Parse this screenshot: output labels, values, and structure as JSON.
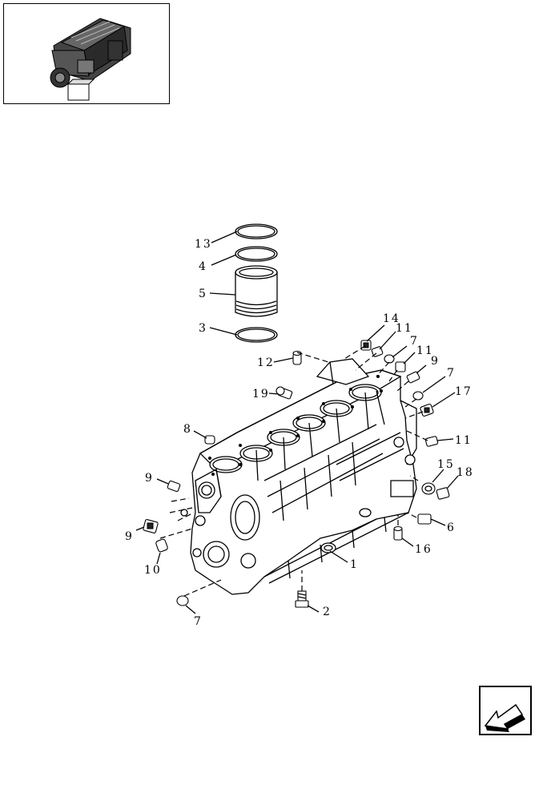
{
  "callouts": {
    "c13": "13",
    "c4": "4",
    "c5": "5",
    "c3": "3",
    "c12": "12",
    "c19": "19",
    "c14": "14",
    "c11a": "11",
    "c7a": "7",
    "c11b": "11",
    "c9a": "9",
    "c7b": "7",
    "c17": "17",
    "c11c": "11",
    "c8": "8",
    "c9b": "9",
    "c9c": "9",
    "c10": "10",
    "c7c": "7",
    "c15": "15",
    "c18": "18",
    "c6": "6",
    "c16": "16",
    "c1": "1",
    "c2": "2"
  },
  "icons": {
    "thumbnail": "engine-thumbnail-icon",
    "navigation": "back-arrow-icon"
  }
}
